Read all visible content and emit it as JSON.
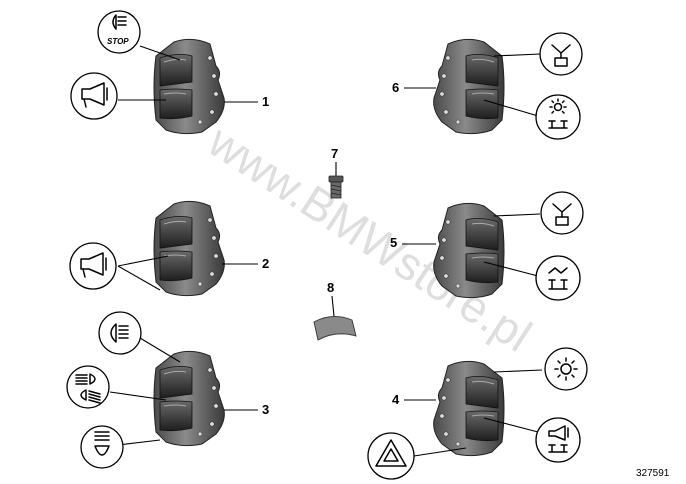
{
  "diagram": {
    "watermark": "www.BMWstore.pl",
    "reference_number": "327591",
    "stop_text": "STOP",
    "callouts": [
      {
        "id": "p1",
        "label": "1"
      },
      {
        "id": "p2",
        "label": "2"
      },
      {
        "id": "p3",
        "label": "3"
      },
      {
        "id": "p4",
        "label": "4"
      },
      {
        "id": "p5",
        "label": "5"
      },
      {
        "id": "p6",
        "label": "6"
      },
      {
        "id": "p7",
        "label": "7"
      },
      {
        "id": "p8",
        "label": "8"
      }
    ],
    "icons": [
      "fog-light-stop-icon",
      "horn-icon",
      "horn-icon",
      "fog-light-icon",
      "high-low-beam-icon",
      "light-flash-icon",
      "hazard-warning-icon",
      "emergency-light-icon",
      "position-light-icon",
      "light-beam-icon",
      "horn-light-icon",
      "position-light-icon",
      "sun-light-beam-icon"
    ],
    "colors": {
      "part_dark": "#2b2b2b",
      "part_mid": "#5a5a5a",
      "part_light": "#8c8c8c",
      "watermark": "#d4d4d4"
    }
  }
}
